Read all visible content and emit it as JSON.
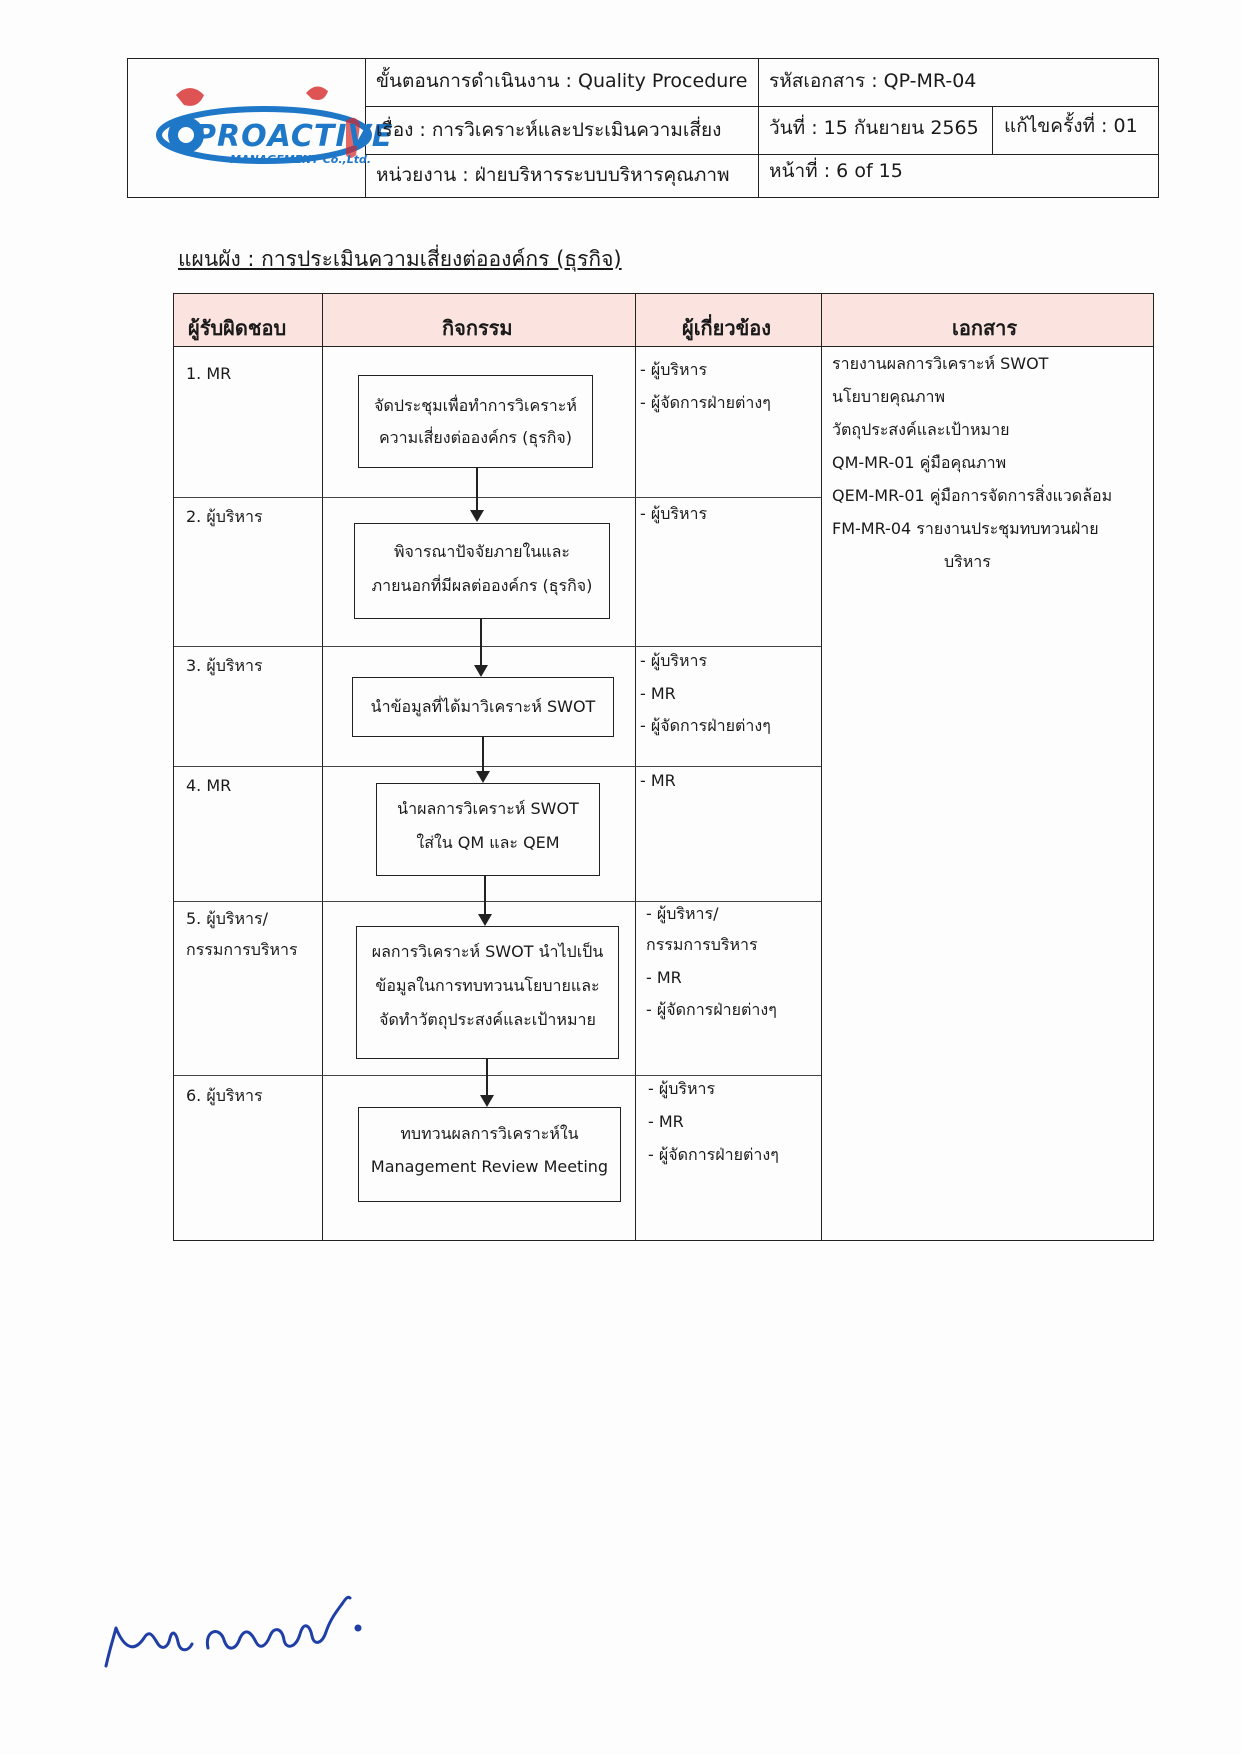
{
  "header": {
    "logo_text": "PROACTIVE",
    "logo_sub": "MANAGEMENT Co.,Ltd.",
    "procedure": "ขั้นตอนการดำเนินงาน : Quality Procedure",
    "subject": "เรื่อง  : การวิเคราะห์และประเมินความเสี่ยง",
    "department": "หน่วยงาน   : ฝ่ายบริหารระบบบริหารคุณภาพ",
    "doc_code": "รหัสเอกสาร : QP-MR-04",
    "date": "วันที่ :  15 กันยายน 2565",
    "revision": "แก้ไขครั้งที่ : 01",
    "page": "หน้าที่ :   6 of 15"
  },
  "title": "แผนผัง : การประเมินความเสี่ยงต่อองค์กร (ธุรกิจ)",
  "table": {
    "headers": [
      "ผู้รับผิดชอบ",
      "กิจกรรม",
      "ผู้เกี่ยวข้อง",
      "เอกสาร"
    ],
    "rows": [
      {
        "owner": [
          "1.  MR"
        ],
        "activity": [
          "จัดประชุมเพื่อทำการวิเคราะห์",
          "ความเสี่ยงต่อองค์กร (ธุรกิจ)"
        ],
        "related": [
          "-  ผู้บริหาร",
          "-  ผู้จัดการฝ่ายต่างๆ"
        ]
      },
      {
        "owner": [
          "2. ผู้บริหาร"
        ],
        "activity": [
          "พิจารณาปัจจัยภายในและ",
          "ภายนอกที่มีผลต่อองค์กร (ธุรกิจ)"
        ],
        "related": [
          "-  ผู้บริหาร"
        ]
      },
      {
        "owner": [
          "3. ผู้บริหาร"
        ],
        "activity": [
          "นำข้อมูลที่ได้มาวิเคราะห์ SWOT"
        ],
        "related": [
          "-  ผู้บริหาร",
          "-   MR",
          "-  ผู้จัดการฝ่ายต่างๆ"
        ]
      },
      {
        "owner": [
          "4. MR"
        ],
        "activity": [
          "นำผลการวิเคราะห์ SWOT",
          "ใส่ใน QM และ QEM"
        ],
        "related": [
          "-  MR"
        ]
      },
      {
        "owner": [
          "5. ผู้บริหาร/",
          "กรรมการบริหาร"
        ],
        "activity": [
          "ผลการวิเคราะห์ SWOT นำไปเป็น",
          "ข้อมูลในการทบทวนนโยบายและ",
          "จัดทำวัตถุประสงค์และเป้าหมาย"
        ],
        "related": [
          "-  ผู้บริหาร/",
          "กรรมการบริหาร",
          "-   MR",
          "-  ผู้จัดการฝ่ายต่างๆ"
        ]
      },
      {
        "owner": [
          "6. ผู้บริหาร"
        ],
        "activity": [
          "ทบทวนผลการวิเคราะห์ใน",
          "Management Review Meeting"
        ],
        "related": [
          "-  ผู้บริหาร",
          "-   MR",
          "-  ผู้จัดการฝ่ายต่างๆ"
        ]
      }
    ],
    "documents": [
      "รายงานผลการวิเคราะห์ SWOT",
      "นโยบายคุณภาพ",
      "วัตถุประสงค์และเป้าหมาย",
      "QM-MR-01  คู่มือคุณภาพ",
      "QEM-MR-01 คู่มือการจัดการสิ่งแวดล้อม",
      "FM-MR-04  รายงานประชุมทบทวนฝ่าย",
      "บริหาร"
    ]
  },
  "colors": {
    "header_fill": "#fbe4df",
    "logo_blue": "#1f77c8",
    "logo_red": "#d62828",
    "signature": "#1f3fa6"
  }
}
